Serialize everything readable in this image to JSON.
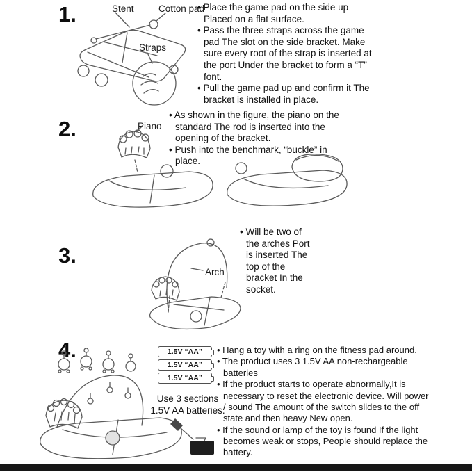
{
  "step1": {
    "number": "1.",
    "label_stent": "Stent",
    "label_cotton_pad": "Cotton pad",
    "label_straps": "Straps",
    "bullets": [
      "• Place the game pad on the side up Placed on a flat surface.",
      "• Pass the three straps across the game pad The slot on the side bracket. Make sure every root of the strap is inserted at the port Under the bracket to form a “T” font.",
      "• Pull the game pad up and confirm it The bracket is installed in place."
    ]
  },
  "step2": {
    "number": "2.",
    "label_piano": "Piano",
    "bullets": [
      "• As shown in the figure, the piano on the standard The rod is inserted into the opening of the bracket.",
      "• Push into the benchmark, “buckle” in place."
    ]
  },
  "step3": {
    "number": "3.",
    "label_arch": "Arch",
    "bullets": [
      "• Will be two of the arches Port is inserted The top of the bracket In the socket."
    ]
  },
  "step4": {
    "number": "4.",
    "battery_label": "1.5V “AA”",
    "battery_note": "Use 3 sections 1.5V AA batteries.",
    "bullets": [
      "• Hang a toy with a ring on the fitness pad around.",
      "• The product uses 3 1.5V AA non-rechargeable batteries",
      "• If the product starts to operate abnormally,It is necessary to reset the electronic device. Will power / sound The amount of the switch slides to the off state and then heavy New open.",
      "• If the sound or lamp of the toy is found If the light becomes weak or stops, People should replace the battery."
    ]
  }
}
